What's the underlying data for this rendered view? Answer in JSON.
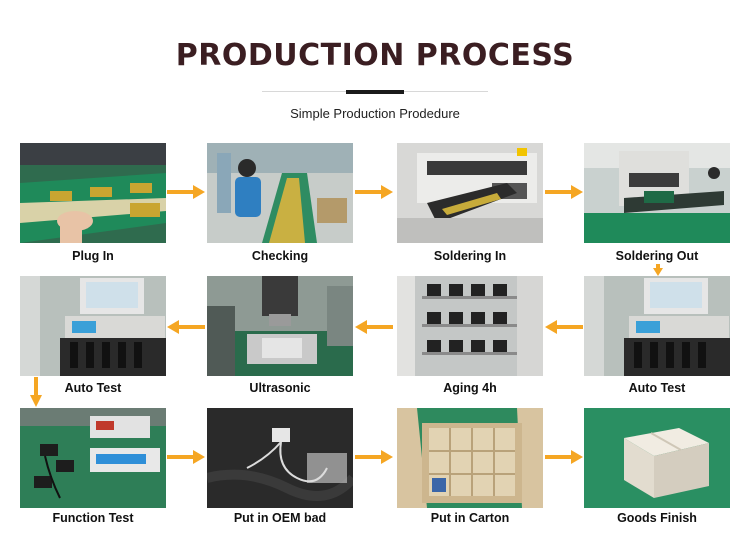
{
  "header": {
    "title": "PRODUCTION PROCESS",
    "subtitle": "Simple Production Prodedure"
  },
  "steps": [
    {
      "label": "Plug In",
      "scene": "conveyor-hands"
    },
    {
      "label": "Checking",
      "scene": "worker-line"
    },
    {
      "label": "Soldering In",
      "scene": "solder-machine"
    },
    {
      "label": "Soldering Out",
      "scene": "solder-exit"
    },
    {
      "label": "Auto Test",
      "scene": "test-station"
    },
    {
      "label": "Ultrasonic",
      "scene": "ultrasonic-welder"
    },
    {
      "label": "Aging 4h",
      "scene": "aging-rack"
    },
    {
      "label": "Auto Test",
      "scene": "test-station"
    },
    {
      "label": "Function Test",
      "scene": "function-bench"
    },
    {
      "label": "Put in OEM bad",
      "scene": "oem-bag"
    },
    {
      "label": "Put in Carton",
      "scene": "carton-open"
    },
    {
      "label": "Goods Finish",
      "scene": "carton-closed"
    }
  ],
  "colors": {
    "title": "#3b1e22",
    "arrow": "#f5a623",
    "accent_bar": "#1a1a1a"
  }
}
